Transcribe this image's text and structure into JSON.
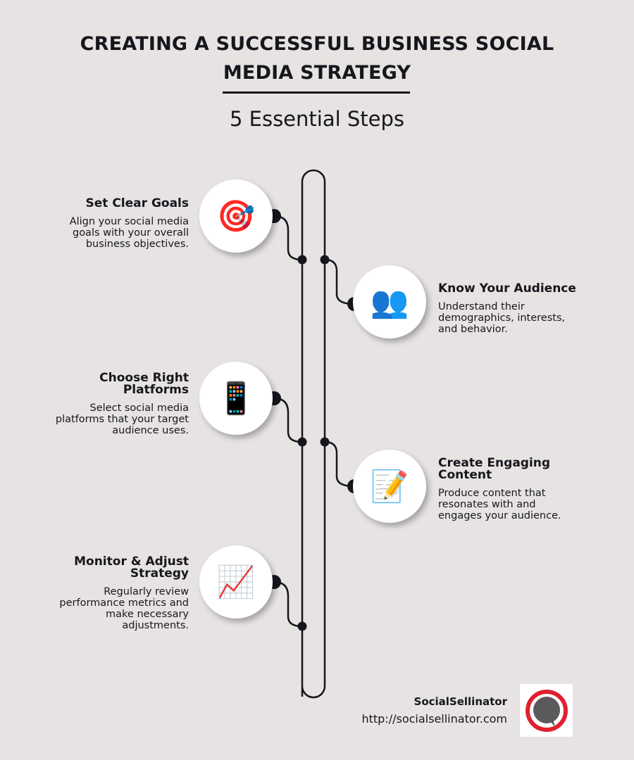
{
  "header": {
    "title_line1": "CREATING A SUCCESSFUL BUSINESS SOCIAL",
    "title_line2": "MEDIA STRATEGY",
    "subtitle": "5 Essential Steps"
  },
  "steps": [
    {
      "title_line1": "Set Clear Goals",
      "title_line2": "",
      "desc_lines": [
        "Align your social media",
        "goals with your overall",
        "business objectives."
      ],
      "icon": "target-dart-icon",
      "glyph": "🎯",
      "side": "left"
    },
    {
      "title_line1": "Know Your Audience",
      "title_line2": "",
      "desc_lines": [
        "Understand their",
        "demographics, interests,",
        "and behavior."
      ],
      "icon": "people-silhouettes-icon",
      "glyph": "👥",
      "side": "right"
    },
    {
      "title_line1": "Choose Right",
      "title_line2": "Platforms",
      "desc_lines": [
        "Select social media",
        "platforms that your target",
        "audience uses."
      ],
      "icon": "smartphone-icon",
      "glyph": "📱",
      "side": "left"
    },
    {
      "title_line1": "Create Engaging",
      "title_line2": "Content",
      "desc_lines": [
        "Produce content that",
        "resonates with and",
        "engages your audience."
      ],
      "icon": "memo-pencil-icon",
      "glyph": "📝",
      "side": "right"
    },
    {
      "title_line1": "Monitor & Adjust",
      "title_line2": "Strategy",
      "desc_lines": [
        "Regularly review",
        "performance metrics and",
        "make necessary",
        "adjustments."
      ],
      "icon": "chart-increasing-icon",
      "glyph": "📈",
      "side": "left"
    }
  ],
  "footer": {
    "brand": "SocialSellinator",
    "url": "http://socialsellinator.com"
  },
  "colors": {
    "background": "#e6e3e2",
    "ink": "#16161d",
    "logo_red": "#e0202e",
    "logo_gray": "#5a5a5c"
  }
}
